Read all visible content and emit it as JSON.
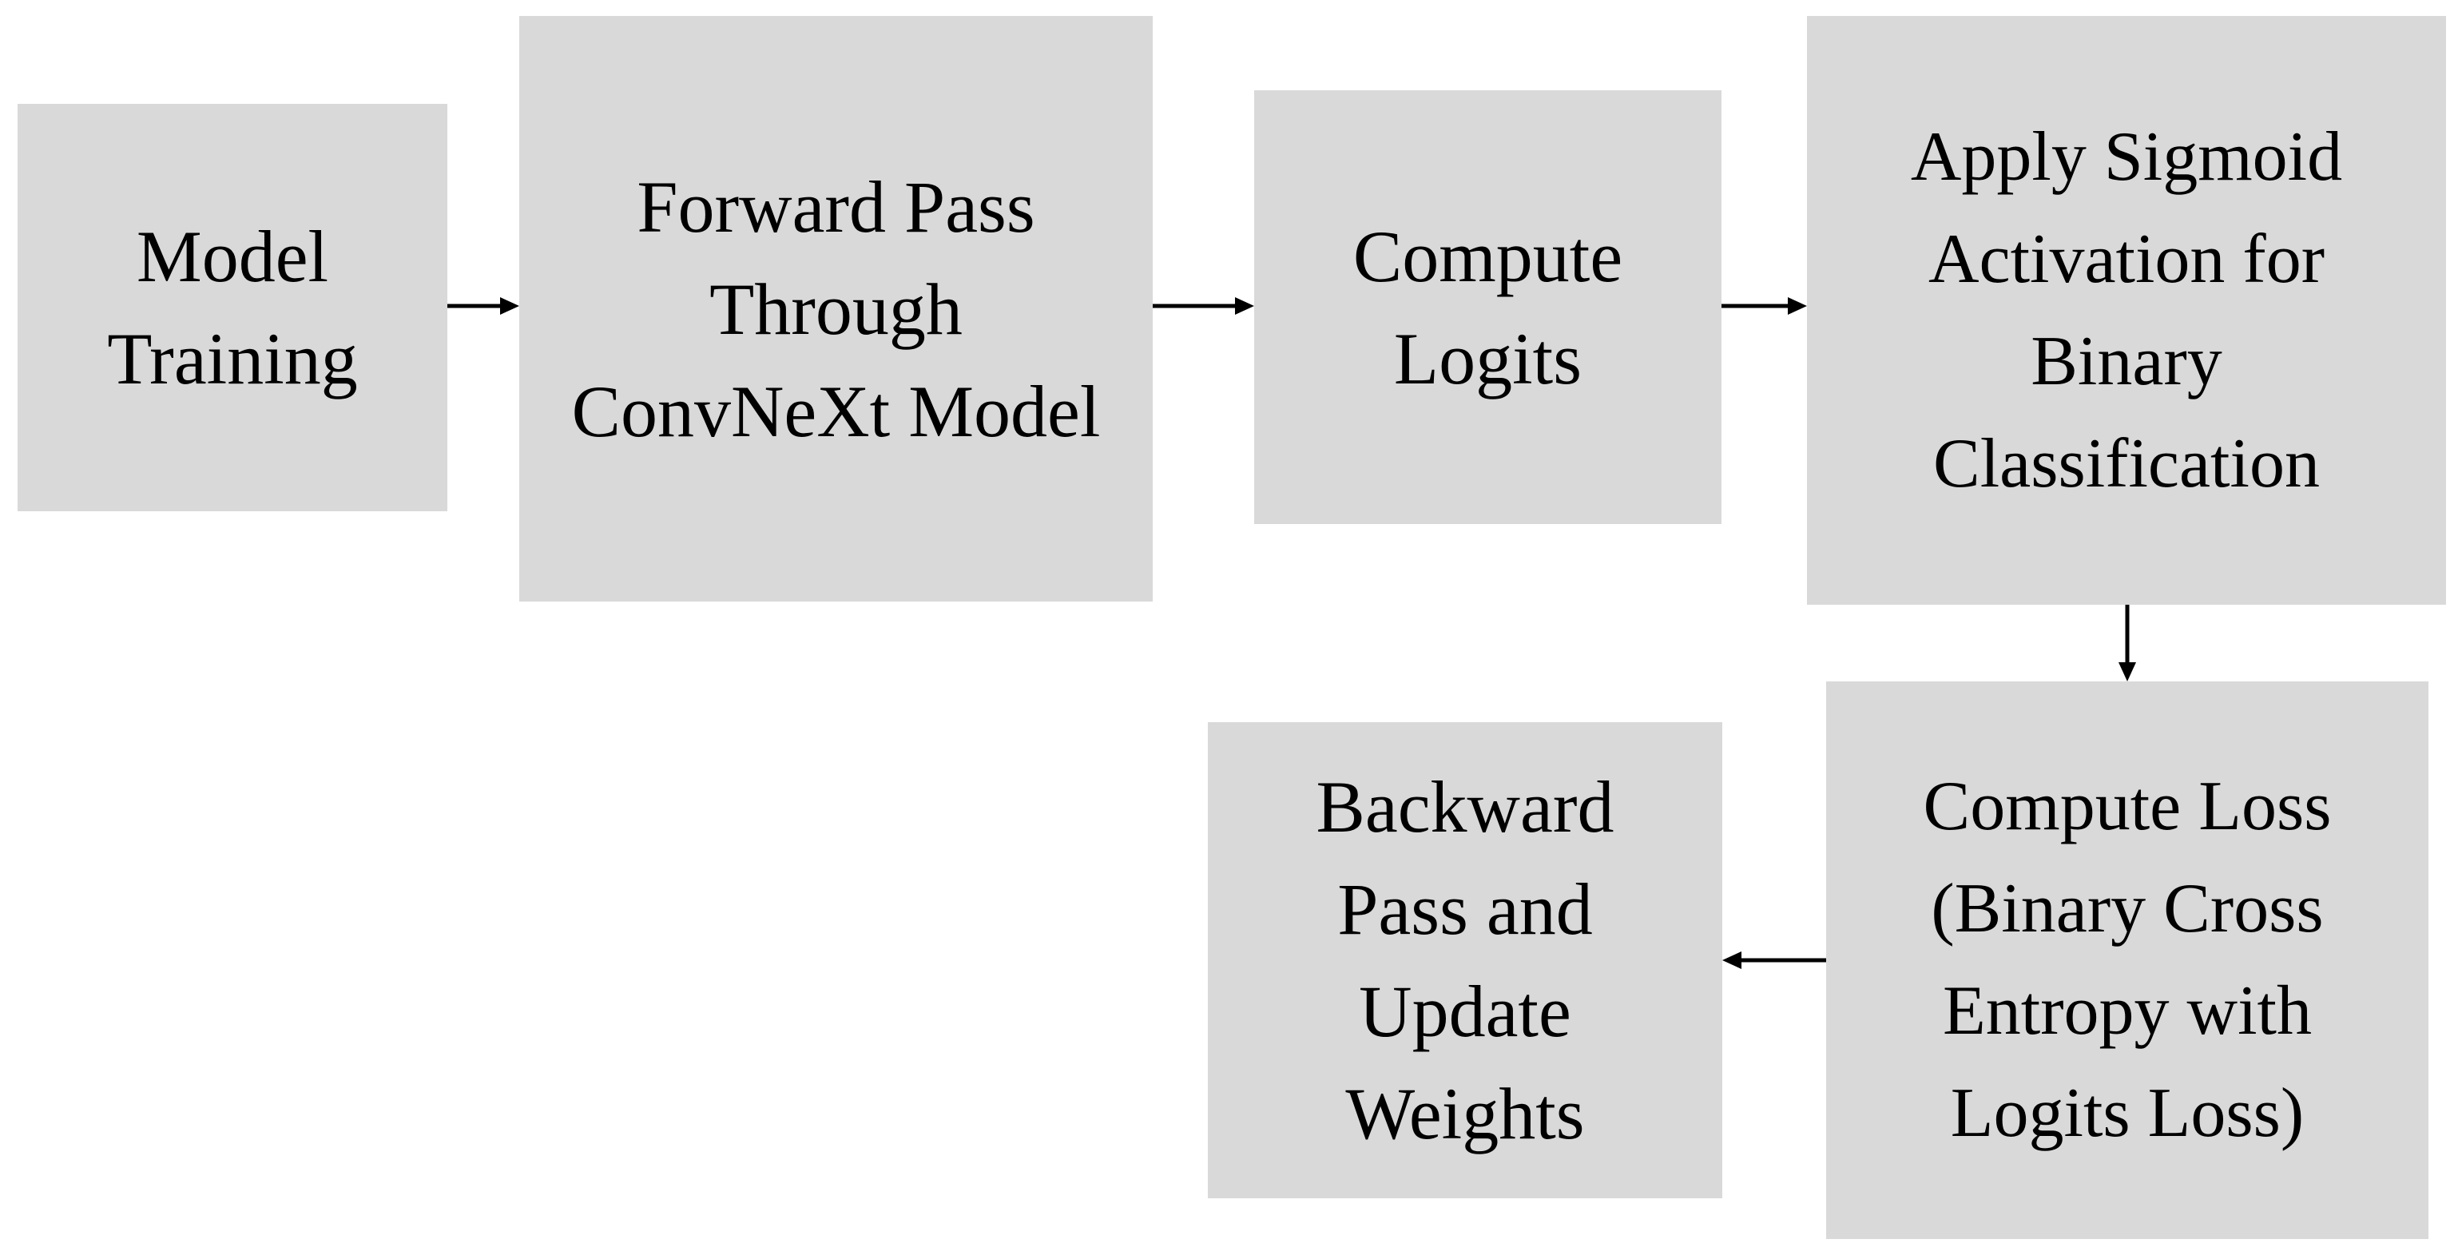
{
  "colors": {
    "background": "#ffffff",
    "box_fill": "#d9d9d9",
    "text": "#000000",
    "arrow": "#000000"
  },
  "nodes": {
    "model_training": "Model\nTraining",
    "forward_pass": "Forward Pass\nThrough\nConvNeXt Model",
    "compute_logits": "Compute\nLogits",
    "apply_sigmoid": "Apply Sigmoid\nActivation for\nBinary\nClassification",
    "compute_loss": "Compute Loss\n(Binary Cross\nEntropy with\nLogits Loss)",
    "backward_pass": "Backward\nPass and\nUpdate\nWeights"
  },
  "edges": [
    {
      "from": "model_training",
      "to": "forward_pass"
    },
    {
      "from": "forward_pass",
      "to": "compute_logits"
    },
    {
      "from": "compute_logits",
      "to": "apply_sigmoid"
    },
    {
      "from": "apply_sigmoid",
      "to": "compute_loss"
    },
    {
      "from": "compute_loss",
      "to": "backward_pass"
    }
  ]
}
